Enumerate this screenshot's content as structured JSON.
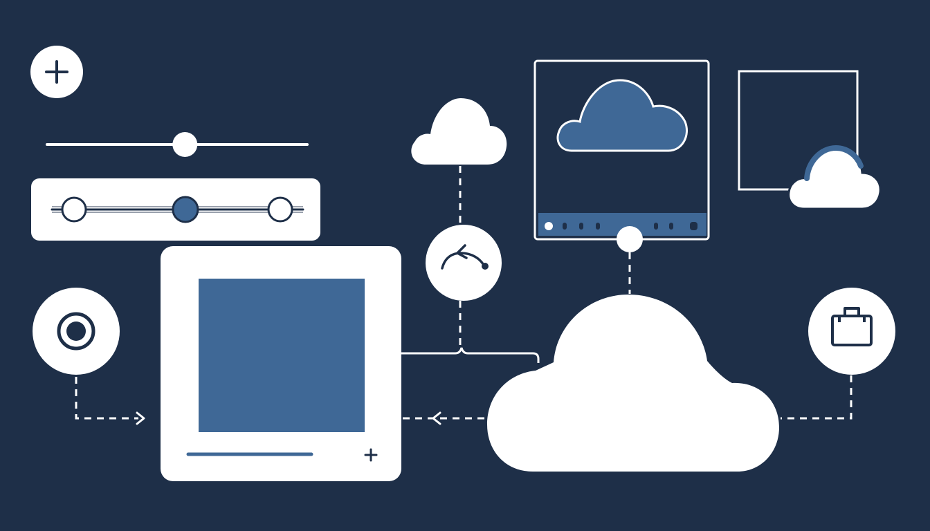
{
  "colors": {
    "background": "#1e2f48",
    "foreground": "#ffffff",
    "accent": "#3f6896",
    "accent_dark": "#27466f"
  },
  "icons": {
    "add_top_left": "plus-icon",
    "radio": "radio-button-icon",
    "sync": "sync-arrow-icon",
    "briefcase": "briefcase-icon",
    "add_panel": "plus-icon",
    "main_cloud": "cloud-icon",
    "small_cloud": "cloud-icon",
    "panel_cloud": "cloud-icon",
    "corner_cloud": "cloud-icon"
  },
  "controls": {
    "single_slider": {
      "value_fraction": 0.53
    },
    "range_slider": {
      "low_fraction": 0.0,
      "mid_fraction": 0.54,
      "high_fraction": 1.0
    },
    "content_panel": {
      "progress_fraction": 1.0
    }
  }
}
